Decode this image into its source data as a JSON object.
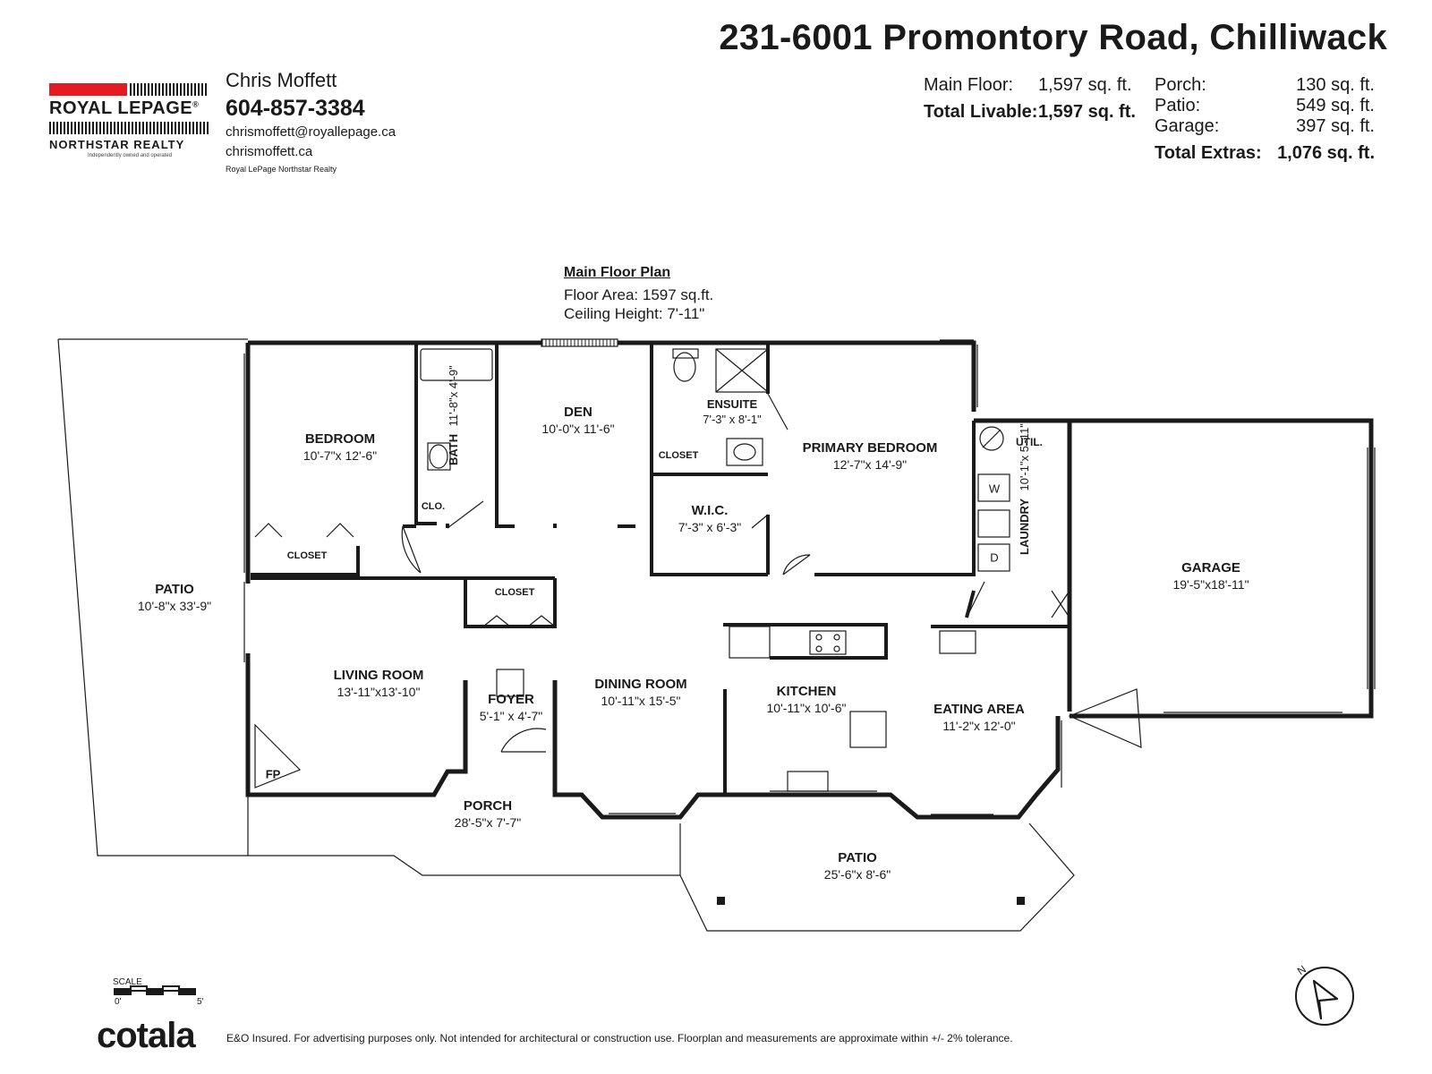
{
  "header": {
    "address": "231-6001 Promontory Road, Chilliwack",
    "main_floor_label": "Main Floor:",
    "main_floor_value": "1,597 sq. ft.",
    "total_livable_label": "Total Livable:",
    "total_livable_value": "1,597 sq. ft.",
    "porch_label": "Porch:",
    "porch_value": "130 sq. ft.",
    "patio_label": "Patio:",
    "patio_value": "549 sq. ft.",
    "garage_label": "Garage:",
    "garage_value": "397 sq. ft.",
    "total_extras_label": "Total Extras:",
    "total_extras_value": "1,076 sq. ft."
  },
  "brand": {
    "name": "ROYAL LEPAGE",
    "registered": "®",
    "sub": "NORTHSTAR REALTY",
    "tagline": "Independently owned and operated",
    "accent_color": "#e31b23"
  },
  "agent": {
    "name": "Chris Moffett",
    "phone": "604-857-3384",
    "email": "chrismoffett@royallepage.ca",
    "website": "chrismoffett.ca",
    "office": "Royal LePage Northstar Realty"
  },
  "plan": {
    "title": "Main Floor Plan",
    "floor_area": "Floor Area: 1597 sq.ft.",
    "ceiling": "Ceiling Height: 7'-11\"",
    "rooms": {
      "bedroom": {
        "name": "BEDROOM",
        "dim": "10'-7\"x 12'-6\""
      },
      "bath": {
        "name": "BATH",
        "dim": "11'-8\"x 4'-9\""
      },
      "den": {
        "name": "DEN",
        "dim": "10'-0\"x 11'-6\""
      },
      "ensuite": {
        "name": "ENSUITE",
        "dim": "7'-3\" x 8'-1\""
      },
      "primary": {
        "name": "PRIMARY BEDROOM",
        "dim": "12'-7\"x 14'-9\""
      },
      "wic": {
        "name": "W.I.C.",
        "dim": "7'-3\" x 6'-3\""
      },
      "util": {
        "name": "UTIL."
      },
      "laundry": {
        "name": "LAUNDRY",
        "dim": "10'-1\"x 5'-11\""
      },
      "garage": {
        "name": "GARAGE",
        "dim": "19'-5\"x18'-11\""
      },
      "patio_left": {
        "name": "PATIO",
        "dim": "10'-8\"x 33'-9\""
      },
      "living": {
        "name": "LIVING ROOM",
        "dim": "13'-11\"x13'-10\""
      },
      "foyer": {
        "name": "FOYER",
        "dim": "5'-1\" x 4'-7\""
      },
      "dining": {
        "name": "DINING ROOM",
        "dim": "10'-11\"x 15'-5\""
      },
      "kitchen": {
        "name": "KITCHEN",
        "dim": "10'-11\"x 10'-6\""
      },
      "eating": {
        "name": "EATING AREA",
        "dim": "11'-2\"x 12'-0\""
      },
      "porch": {
        "name": "PORCH",
        "dim": "28'-5\"x 7'-7\""
      },
      "patio_bottom": {
        "name": "PATIO",
        "dim": "25'-6\"x 8'-6\""
      }
    },
    "labels": {
      "closet_bed": "CLOSET",
      "closet_hall": "CLOSET",
      "closet_ensuite": "CLOSET",
      "clo": "CLO.",
      "fp": "FP",
      "washer": "W",
      "dryer": "D"
    }
  },
  "scale": {
    "label": "SCALE",
    "start": "0'",
    "end": "5'"
  },
  "compass": {
    "north": "N"
  },
  "footer": {
    "logo": "cotala",
    "disclaimer": "E&O Insured. For advertising purposes only. Not intended for architectural or construction use. Floorplan and measurements are approximate within +/- 2% tolerance."
  }
}
